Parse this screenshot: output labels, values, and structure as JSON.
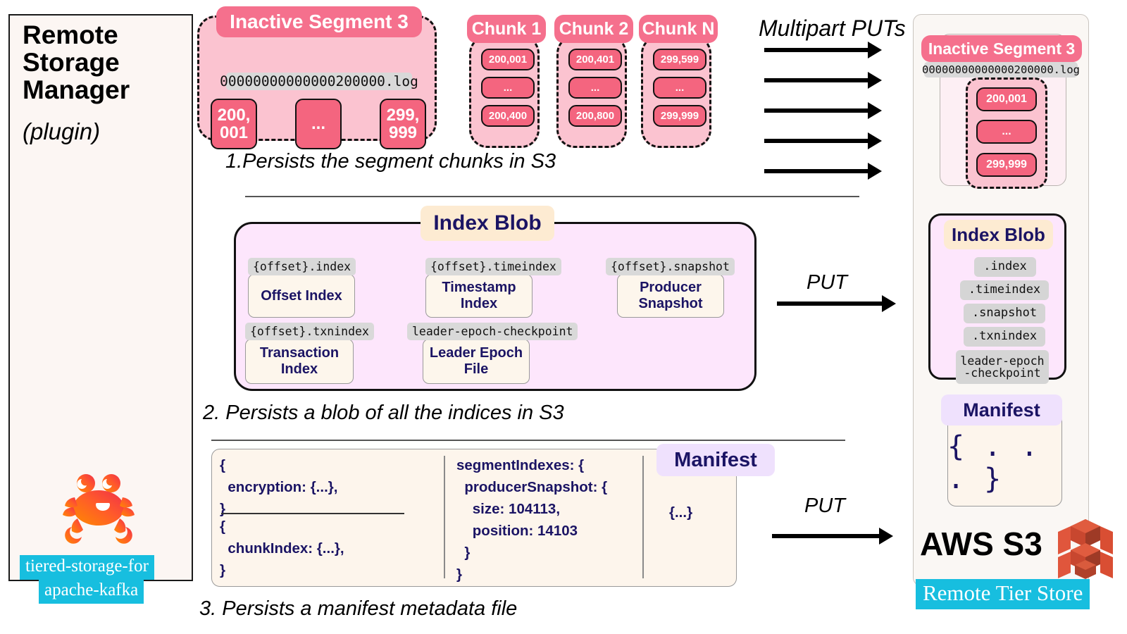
{
  "left_panel": {
    "title_line1": "Remote",
    "title_line2": "Storage",
    "title_line3": "Manager",
    "subtitle": "(plugin)",
    "logo_icon": "crab-icon",
    "tag_line1": "tiered-storage-for",
    "tag_line2": "apache-kafka"
  },
  "segment": {
    "header": "Inactive Segment 3",
    "filename": "00000000000000200000.log",
    "offsets": [
      "200,\n001",
      "...",
      "299,\n999"
    ],
    "offset_first_l1": "200,",
    "offset_first_l2": "001",
    "offset_mid": "...",
    "offset_last_l1": "299,",
    "offset_last_l2": "999"
  },
  "chunks": [
    {
      "header": "Chunk 1",
      "rows": [
        "200,001",
        "...",
        "200,400"
      ]
    },
    {
      "header": "Chunk 2",
      "rows": [
        "200,401",
        "...",
        "200,800"
      ]
    },
    {
      "header": "Chunk N",
      "rows": [
        "299,599",
        "...",
        "299,999"
      ]
    }
  ],
  "arrows": {
    "multipart_label": "Multipart PUTs",
    "multipart_count": 5,
    "put_label_index": "PUT",
    "put_label_manifest": "PUT"
  },
  "index_blob": {
    "title": "Index Blob",
    "items": [
      {
        "chip": "{offset}.index",
        "name_l1": "Offset Index",
        "name_l2": ""
      },
      {
        "chip": "{offset}.timeindex",
        "name_l1": "Timestamp",
        "name_l2": "Index"
      },
      {
        "chip": "{offset}.snapshot",
        "name_l1": "Producer",
        "name_l2": "Snapshot"
      },
      {
        "chip": "{offset}.txnindex",
        "name_l1": "Transaction",
        "name_l2": "Index"
      },
      {
        "chip": "leader-epoch-checkpoint",
        "name_l1": "Leader Epoch",
        "name_l2": "File"
      }
    ]
  },
  "manifest": {
    "title": "Manifest",
    "col1_block1": "{\n  encryption: {...},\n}",
    "col1_block2": "{\n  chunkIndex: {...},\n}",
    "col2": "segmentIndexes: {\n  producerSnapshot: {\n    size: 104113,\n    position: 14103\n  }\n}",
    "col3": "{...}"
  },
  "captions": {
    "step1": "1.Persists the segment chunks in S3",
    "step2": "2. Persists a blob of all the indices in S3",
    "step3": "3. Persists a manifest metadata file"
  },
  "remote_tier": {
    "label": "Remote Tier Store",
    "aws_label": "AWS S3",
    "aws_logo_icon": "aws-s3-icon",
    "segment": {
      "header": "Inactive Segment 3",
      "filename": "00000000000000200000.log",
      "chips": [
        "200,001",
        "...",
        "299,999"
      ]
    },
    "index_blob": {
      "title": "Index Blob",
      "chips": [
        ".index",
        ".timeindex",
        ".snapshot",
        ".txnindex",
        "leader-epoch\n-checkpoint"
      ]
    },
    "manifest": {
      "title": "Manifest",
      "body": "{ . . . }"
    }
  },
  "colors": {
    "pink_header": "#F5708D",
    "pink_body": "#FBC3D0",
    "offset_chip": "#F4657F",
    "blob_body": "#FDE6FC",
    "blob_title": "#FDEBD2",
    "manifest_title": "#EFE1FD",
    "manifest_body": "#FDF5EC",
    "navy_text": "#1B1464",
    "cyan_tag": "#17BEDF",
    "panel_bg": "#FCF6F3"
  }
}
